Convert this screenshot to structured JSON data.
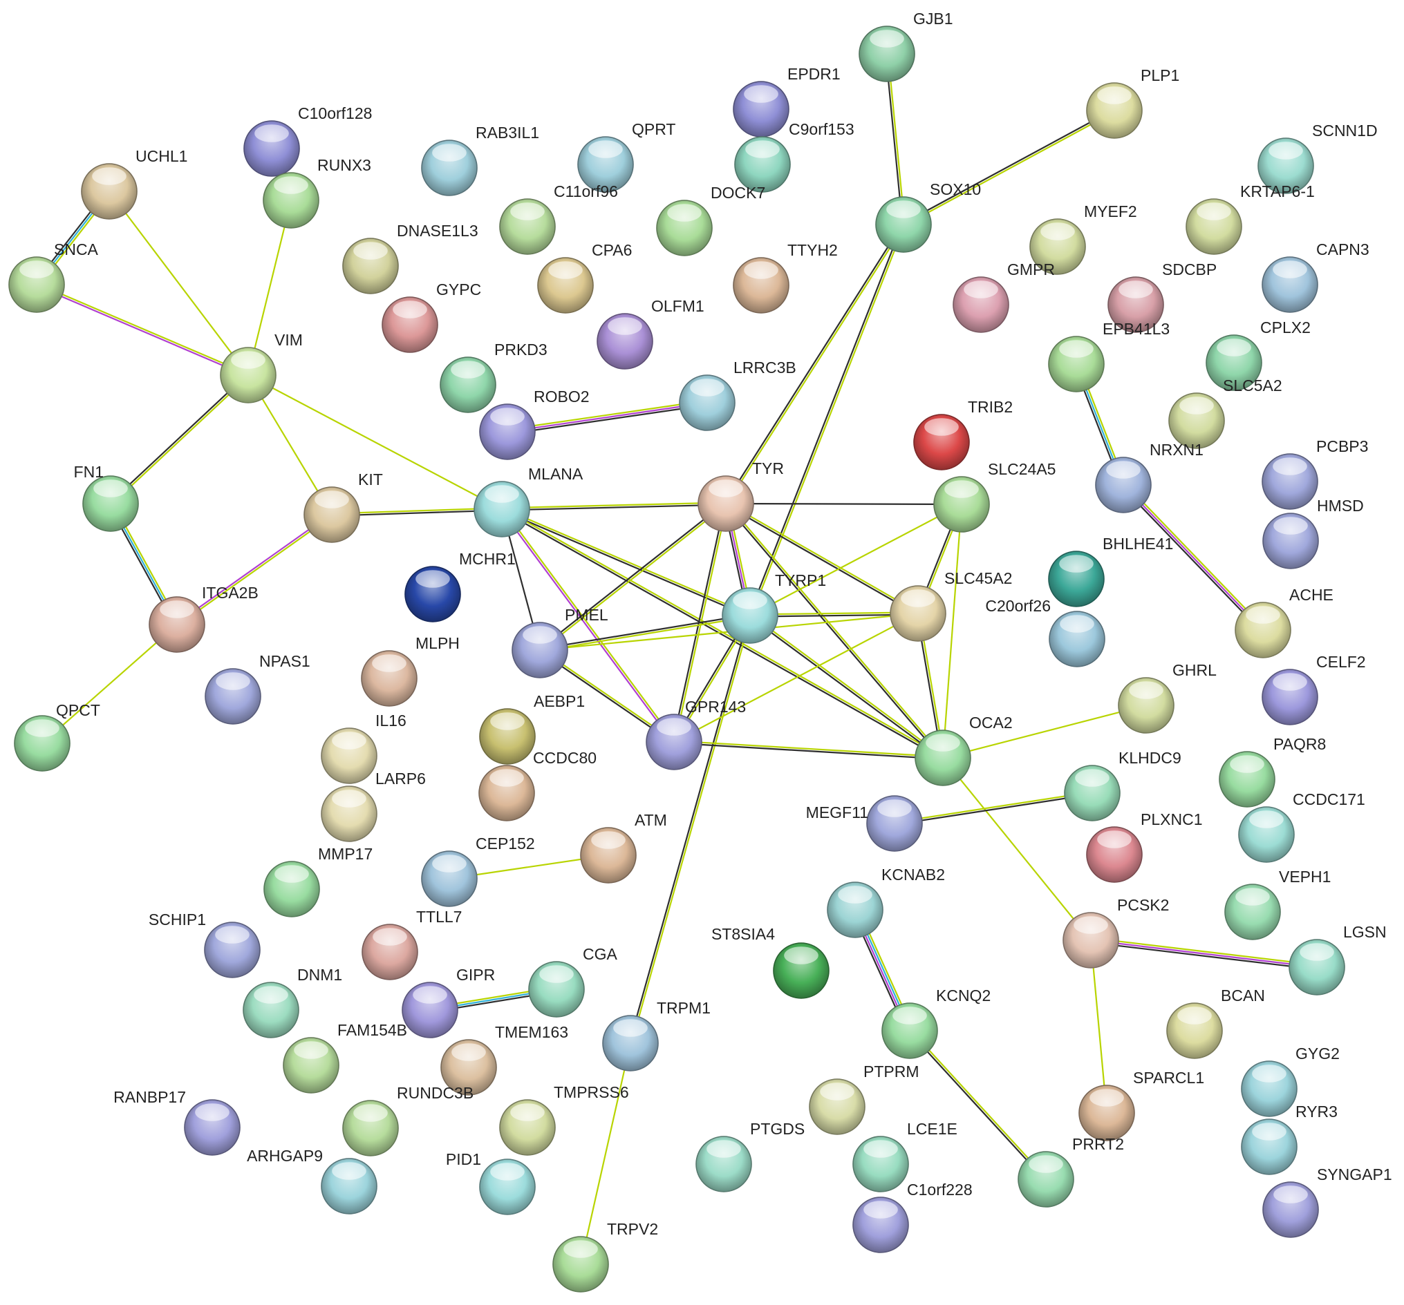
{
  "nodes": [
    {
      "id": "GJB1",
      "label": "GJB1",
      "color": "#8fd0a8"
    },
    {
      "id": "EPDR1",
      "label": "EPDR1",
      "color": "#8f8fd6"
    },
    {
      "id": "PLP1",
      "label": "PLP1",
      "color": "#dcdca0"
    },
    {
      "id": "C9orf153",
      "label": "C9orf153",
      "color": "#8ed6bf"
    },
    {
      "id": "C10orf128",
      "label": "C10orf128",
      "color": "#8f8fd6"
    },
    {
      "id": "RUNX3",
      "label": "RUNX3",
      "color": "#a9dc98"
    },
    {
      "id": "UCHL1",
      "label": "UCHL1",
      "color": "#dcc8a0"
    },
    {
      "id": "RAB3IL1",
      "label": "RAB3IL1",
      "color": "#9fcfdc"
    },
    {
      "id": "QPRT",
      "label": "QPRT",
      "color": "#9fcfdc"
    },
    {
      "id": "C11orf96",
      "label": "C11orf96",
      "color": "#b6dc9c"
    },
    {
      "id": "DOCK7",
      "label": "DOCK7",
      "color": "#a9dc98"
    },
    {
      "id": "SOX10",
      "label": "SOX10",
      "color": "#8fd6aa"
    },
    {
      "id": "SCNN1D",
      "label": "SCNN1D",
      "color": "#9cdcd0"
    },
    {
      "id": "KRTAP6-1",
      "label": "KRTAP6-1",
      "color": "#d2dca0"
    },
    {
      "id": "DNASE1L3",
      "label": "DNASE1L3",
      "color": "#d2d29c"
    },
    {
      "id": "SNCA",
      "label": "SNCA",
      "color": "#b6dc9c"
    },
    {
      "id": "CPA6",
      "label": "CPA6",
      "color": "#dcc890"
    },
    {
      "id": "TTYH2",
      "label": "TTYH2",
      "color": "#dcb898"
    },
    {
      "id": "MYEF2",
      "label": "MYEF2",
      "color": "#d2dca0"
    },
    {
      "id": "GYPC",
      "label": "GYPC",
      "color": "#dc9898"
    },
    {
      "id": "GMPR",
      "label": "GMPR",
      "color": "#dca0b0"
    },
    {
      "id": "SDCBP",
      "label": "SDCBP",
      "color": "#d8a0a8"
    },
    {
      "id": "CAPN3",
      "label": "CAPN3",
      "color": "#a0c4dc"
    },
    {
      "id": "OLFM1",
      "label": "OLFM1",
      "color": "#aa90d6"
    },
    {
      "id": "VIM",
      "label": "VIM",
      "color": "#c8e4a0"
    },
    {
      "id": "EPB41L3",
      "label": "EPB41L3",
      "color": "#a9dc98"
    },
    {
      "id": "CPLX2",
      "label": "CPLX2",
      "color": "#8fd6aa"
    },
    {
      "id": "PRKD3",
      "label": "PRKD3",
      "color": "#8fd6aa"
    },
    {
      "id": "LRRC3B",
      "label": "LRRC3B",
      "color": "#9fcfdc"
    },
    {
      "id": "SLC5A2",
      "label": "SLC5A2",
      "color": "#d2dca0"
    },
    {
      "id": "ROBO2",
      "label": "ROBO2",
      "color": "#9c98dc"
    },
    {
      "id": "TRIB2",
      "label": "TRIB2",
      "color": "#dc4848"
    },
    {
      "id": "NRXN1",
      "label": "NRXN1",
      "color": "#a0b4dc"
    },
    {
      "id": "PCBP3",
      "label": "PCBP3",
      "color": "#a0a8dc"
    },
    {
      "id": "FN1",
      "label": "FN1",
      "color": "#98dca0"
    },
    {
      "id": "KIT",
      "label": "KIT",
      "color": "#dcc8a0"
    },
    {
      "id": "MLANA",
      "label": "MLANA",
      "color": "#9cdcdc"
    },
    {
      "id": "TYR",
      "label": "TYR",
      "color": "#e8c4b0"
    },
    {
      "id": "SLC24A5",
      "label": "SLC24A5",
      "color": "#a9dc98"
    },
    {
      "id": "HMSD",
      "label": "HMSD",
      "color": "#a0a8dc"
    },
    {
      "id": "BHLHE41",
      "label": "BHLHE41",
      "color": "#3ca898"
    },
    {
      "id": "MCHR1",
      "label": "MCHR1",
      "color": "#2848a8"
    },
    {
      "id": "ITGA2B",
      "label": "ITGA2B",
      "color": "#dcb0a0"
    },
    {
      "id": "TYRP1",
      "label": "TYRP1",
      "color": "#9cdcdc"
    },
    {
      "id": "SLC45A2",
      "label": "SLC45A2",
      "color": "#e4d4a8"
    },
    {
      "id": "C20orf26",
      "label": "C20orf26",
      "color": "#9cc8dc"
    },
    {
      "id": "ACHE",
      "label": "ACHE",
      "color": "#dcdca0"
    },
    {
      "id": "PMEL",
      "label": "PMEL",
      "color": "#a0a8dc"
    },
    {
      "id": "MLPH",
      "label": "MLPH",
      "color": "#dcb8a0"
    },
    {
      "id": "NPAS1",
      "label": "NPAS1",
      "color": "#a0a8dc"
    },
    {
      "id": "GHRL",
      "label": "GHRL",
      "color": "#d2dca0"
    },
    {
      "id": "CELF2",
      "label": "CELF2",
      "color": "#9c98dc"
    },
    {
      "id": "QPCT",
      "label": "QPCT",
      "color": "#98dca0"
    },
    {
      "id": "AEBP1",
      "label": "AEBP1",
      "color": "#c8c070"
    },
    {
      "id": "GPR143",
      "label": "GPR143",
      "color": "#a0a0dc"
    },
    {
      "id": "IL16",
      "label": "IL16",
      "color": "#e4dcb0"
    },
    {
      "id": "OCA2",
      "label": "OCA2",
      "color": "#98dca0"
    },
    {
      "id": "PAQR8",
      "label": "PAQR8",
      "color": "#98dca0"
    },
    {
      "id": "CCDC80",
      "label": "CCDC80",
      "color": "#dcb898"
    },
    {
      "id": "KLHDC9",
      "label": "KLHDC9",
      "color": "#98dcb8"
    },
    {
      "id": "LARP6",
      "label": "LARP6",
      "color": "#e4dcb0"
    },
    {
      "id": "MEGF11",
      "label": "MEGF11",
      "color": "#a0a8dc"
    },
    {
      "id": "CCDC171",
      "label": "CCDC171",
      "color": "#9cdcd4"
    },
    {
      "id": "ATM",
      "label": "ATM",
      "color": "#dcb898"
    },
    {
      "id": "PLXNC1",
      "label": "PLXNC1",
      "color": "#dc8890"
    },
    {
      "id": "CEP152",
      "label": "CEP152",
      "color": "#a0c4dc"
    },
    {
      "id": "MMP17",
      "label": "MMP17",
      "color": "#98dca0"
    },
    {
      "id": "KCNAB2",
      "label": "KCNAB2",
      "color": "#9cd4d4"
    },
    {
      "id": "VEPH1",
      "label": "VEPH1",
      "color": "#98dcb0"
    },
    {
      "id": "SCHIP1",
      "label": "SCHIP1",
      "color": "#a0a8dc"
    },
    {
      "id": "TTLL7",
      "label": "TTLL7",
      "color": "#dca8a0"
    },
    {
      "id": "PCSK2",
      "label": "PCSK2",
      "color": "#e4c4b4"
    },
    {
      "id": "ST8SIA4",
      "label": "ST8SIA4",
      "color": "#48b058"
    },
    {
      "id": "LGSN",
      "label": "LGSN",
      "color": "#98dcc8"
    },
    {
      "id": "DNM1",
      "label": "DNM1",
      "color": "#9cdcc0"
    },
    {
      "id": "CGA",
      "label": "CGA",
      "color": "#98dcc0"
    },
    {
      "id": "GIPR",
      "label": "GIPR",
      "color": "#a098dc"
    },
    {
      "id": "KCNQ2",
      "label": "KCNQ2",
      "color": "#98dca0"
    },
    {
      "id": "BCAN",
      "label": "BCAN",
      "color": "#dcdca0"
    },
    {
      "id": "TRPM1",
      "label": "TRPM1",
      "color": "#a0c4dc"
    },
    {
      "id": "FAM154B",
      "label": "FAM154B",
      "color": "#b6dc9c"
    },
    {
      "id": "TMEM163",
      "label": "TMEM163",
      "color": "#dcc0a0"
    },
    {
      "id": "GYG2",
      "label": "GYG2",
      "color": "#9cd4dc"
    },
    {
      "id": "RANBP17",
      "label": "RANBP17",
      "color": "#a0a0dc"
    },
    {
      "id": "RUNDC3B",
      "label": "RUNDC3B",
      "color": "#b6dc9c"
    },
    {
      "id": "TMPRSS6",
      "label": "TMPRSS6",
      "color": "#d2dca0"
    },
    {
      "id": "PTPRM",
      "label": "PTPRM",
      "color": "#d8dca8"
    },
    {
      "id": "SPARCL1",
      "label": "SPARCL1",
      "color": "#dcb898"
    },
    {
      "id": "RYR3",
      "label": "RYR3",
      "color": "#9cd4dc"
    },
    {
      "id": "ARHGAP9",
      "label": "ARHGAP9",
      "color": "#9cd4dc"
    },
    {
      "id": "PID1",
      "label": "PID1",
      "color": "#9cdcdc"
    },
    {
      "id": "PTGDS",
      "label": "PTGDS",
      "color": "#9cdcc8"
    },
    {
      "id": "LCE1E",
      "label": "LCE1E",
      "color": "#98dcc0"
    },
    {
      "id": "PRRT2",
      "label": "PRRT2",
      "color": "#98dcb0"
    },
    {
      "id": "SYNGAP1",
      "label": "SYNGAP1",
      "color": "#a0a0dc"
    },
    {
      "id": "C1orf228",
      "label": "C1orf228",
      "color": "#a0a0dc"
    },
    {
      "id": "TRPV2",
      "label": "TRPV2",
      "color": "#a9dc98"
    }
  ],
  "edges": [
    {
      "a": "GJB1",
      "b": "SOX10",
      "types": [
        "text",
        "coexp"
      ]
    },
    {
      "a": "PLP1",
      "b": "SOX10",
      "types": [
        "text",
        "coexp"
      ]
    },
    {
      "a": "SOX10",
      "b": "TYR",
      "types": [
        "text",
        "coexp"
      ]
    },
    {
      "a": "SOX10",
      "b": "TYRP1",
      "types": [
        "text",
        "coexp"
      ]
    },
    {
      "a": "UCHL1",
      "b": "SNCA",
      "types": [
        "text",
        "db",
        "coexp"
      ]
    },
    {
      "a": "UCHL1",
      "b": "VIM",
      "types": [
        "text"
      ]
    },
    {
      "a": "SNCA",
      "b": "VIM",
      "types": [
        "text",
        "exp"
      ]
    },
    {
      "a": "RUNX3",
      "b": "VIM",
      "types": [
        "text"
      ]
    },
    {
      "a": "VIM",
      "b": "FN1",
      "types": [
        "text",
        "coexp"
      ]
    },
    {
      "a": "VIM",
      "b": "KIT",
      "types": [
        "text"
      ]
    },
    {
      "a": "VIM",
      "b": "MLANA",
      "types": [
        "text"
      ]
    },
    {
      "a": "FN1",
      "b": "ITGA2B",
      "types": [
        "text",
        "db",
        "coexp"
      ]
    },
    {
      "a": "KIT",
      "b": "ITGA2B",
      "types": [
        "text",
        "exp"
      ]
    },
    {
      "a": "ITGA2B",
      "b": "QPCT",
      "types": [
        "text"
      ]
    },
    {
      "a": "KIT",
      "b": "MLANA",
      "types": [
        "text",
        "coexp"
      ]
    },
    {
      "a": "ROBO2",
      "b": "LRRC3B",
      "types": [
        "text",
        "exp",
        "coexp"
      ]
    },
    {
      "a": "MLANA",
      "b": "TYR",
      "types": [
        "text",
        "coexp"
      ]
    },
    {
      "a": "MLANA",
      "b": "PMEL",
      "types": [
        "coexp"
      ]
    },
    {
      "a": "MLANA",
      "b": "GPR143",
      "types": [
        "text",
        "exp"
      ]
    },
    {
      "a": "MLANA",
      "b": "TYRP1",
      "types": [
        "text",
        "coexp"
      ]
    },
    {
      "a": "MLANA",
      "b": "OCA2",
      "types": [
        "text",
        "coexp"
      ]
    },
    {
      "a": "TYR",
      "b": "SLC24A5",
      "types": [
        "coexp"
      ]
    },
    {
      "a": "TYR",
      "b": "TYRP1",
      "types": [
        "text",
        "exp",
        "coexp"
      ]
    },
    {
      "a": "TYR",
      "b": "SLC45A2",
      "types": [
        "text",
        "coexp"
      ]
    },
    {
      "a": "TYR",
      "b": "PMEL",
      "types": [
        "text",
        "coexp"
      ]
    },
    {
      "a": "TYR",
      "b": "GPR143",
      "types": [
        "text",
        "coexp"
      ]
    },
    {
      "a": "TYR",
      "b": "OCA2",
      "types": [
        "text",
        "coexp"
      ]
    },
    {
      "a": "SLC24A5",
      "b": "TYRP1",
      "types": [
        "text"
      ]
    },
    {
      "a": "SLC24A5",
      "b": "SLC45A2",
      "types": [
        "text",
        "coexp"
      ]
    },
    {
      "a": "SLC24A5",
      "b": "OCA2",
      "types": [
        "text"
      ]
    },
    {
      "a": "TYRP1",
      "b": "SLC45A2",
      "types": [
        "text",
        "coexp"
      ]
    },
    {
      "a": "TYRP1",
      "b": "PMEL",
      "types": [
        "text",
        "coexp"
      ]
    },
    {
      "a": "TYRP1",
      "b": "GPR143",
      "types": [
        "text",
        "coexp"
      ]
    },
    {
      "a": "TYRP1",
      "b": "OCA2",
      "types": [
        "text",
        "coexp"
      ]
    },
    {
      "a": "TYRP1",
      "b": "TRPM1",
      "types": [
        "text",
        "coexp"
      ]
    },
    {
      "a": "SLC45A2",
      "b": "GPR143",
      "types": [
        "text"
      ]
    },
    {
      "a": "SLC45A2",
      "b": "OCA2",
      "types": [
        "text",
        "coexp"
      ]
    },
    {
      "a": "SLC45A2",
      "b": "PMEL",
      "types": [
        "text"
      ]
    },
    {
      "a": "PMEL",
      "b": "GPR143",
      "types": [
        "text",
        "coexp"
      ]
    },
    {
      "a": "GPR143",
      "b": "OCA2",
      "types": [
        "text",
        "coexp"
      ]
    },
    {
      "a": "OCA2",
      "b": "GHRL",
      "types": [
        "text"
      ]
    },
    {
      "a": "OCA2",
      "b": "PCSK2",
      "types": [
        "text"
      ]
    },
    {
      "a": "MEGF11",
      "b": "KLHDC9",
      "types": [
        "text",
        "coexp"
      ]
    },
    {
      "a": "EPB41L3",
      "b": "NRXN1",
      "types": [
        "text",
        "db",
        "coexp"
      ]
    },
    {
      "a": "NRXN1",
      "b": "ACHE",
      "types": [
        "text",
        "exp",
        "coexp"
      ]
    },
    {
      "a": "CEP152",
      "b": "ATM",
      "types": [
        "text"
      ]
    },
    {
      "a": "GIPR",
      "b": "CGA",
      "types": [
        "text",
        "db",
        "coexp"
      ]
    },
    {
      "a": "TRPM1",
      "b": "TRPV2",
      "types": [
        "text"
      ]
    },
    {
      "a": "KCNAB2",
      "b": "KCNQ2",
      "types": [
        "text",
        "db",
        "exp",
        "coexp"
      ]
    },
    {
      "a": "KCNQ2",
      "b": "PRRT2",
      "types": [
        "text",
        "coexp"
      ]
    },
    {
      "a": "PCSK2",
      "b": "LGSN",
      "types": [
        "text",
        "exp",
        "coexp"
      ]
    },
    {
      "a": "PCSK2",
      "b": "SPARCL1",
      "types": [
        "text"
      ]
    }
  ]
}
